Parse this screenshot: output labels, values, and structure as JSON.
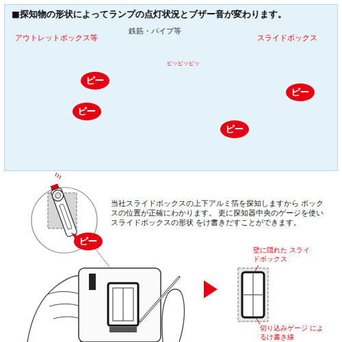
{
  "diagram": {
    "nodes": [
      {
        "text": [
          "■探知物の形状によってランプの点灯状況とブザー音が変わります。"
        ]
      },
      {
        "text": [
          "ピー"
        ],
        "in": 0
      },
      {
        "text": [
          "ピー"
        ],
        "in": 0
      },
      {
        "text": [
          "ピー"
        ],
        "in": 0
      },
      {
        "text": [
          "ピー"
        ],
        "in": 0
      },
      {
        "text": [
          "ピー"
        ]
      }
    ],
    "labels": [
      "アウトレットボックス等",
      "鉄筋・パイプ等",
      "スライドボックス",
      "ピッピッピッ",
      "当社スライドボックスの上下アルミ箔を探知しますから ボックスの位置が正確にわかります。 更に探知器中央のゲージを使いスライドボックスの形状 をけ書きだすことができます。",
      "壁に隠れた スライドボックス",
      "切り込みゲージ によるけ書き線"
    ]
  }
}
